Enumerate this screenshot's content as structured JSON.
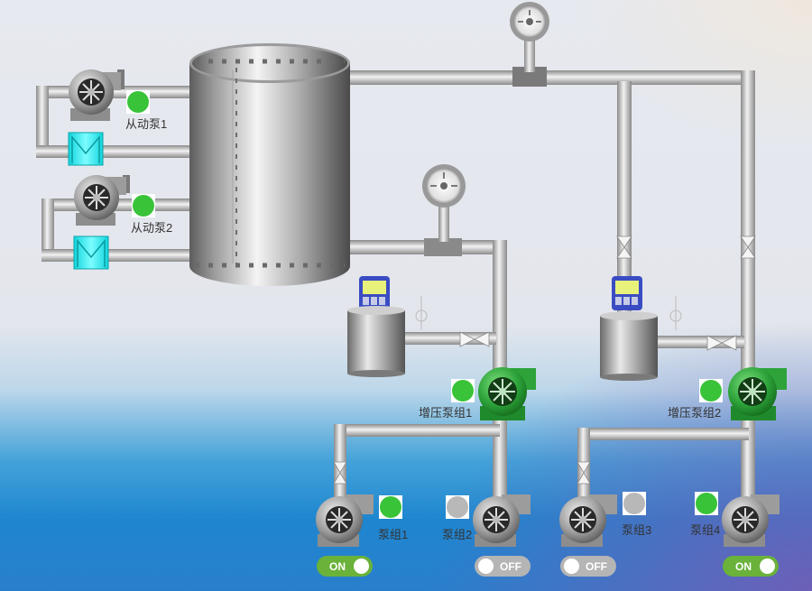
{
  "pumps": {
    "slave_pump_1": {
      "label": "从动泵1",
      "status": "running"
    },
    "slave_pump_2": {
      "label": "从动泵2",
      "status": "running"
    },
    "booster_1": {
      "label": "增压泵组1",
      "status": "running"
    },
    "booster_2": {
      "label": "增压泵组2",
      "status": "running"
    },
    "group_1": {
      "label": "泵组1",
      "status": "running",
      "switch": "ON"
    },
    "group_2": {
      "label": "泵组2",
      "status": "stopped",
      "switch": "OFF"
    },
    "group_3": {
      "label": "泵组3",
      "status": "stopped",
      "switch": "OFF"
    },
    "group_4": {
      "label": "泵组4",
      "status": "running",
      "switch": "ON"
    }
  },
  "colors": {
    "running": "#39c339",
    "stopped": "#b8b8b8",
    "heat_exchanger": "#18eef4",
    "switch_on": "#6ab23a",
    "switch_off": "#b5b5b5",
    "booster_pump": "#2da33a"
  },
  "icons": [
    "pump-icon",
    "tank-icon",
    "pressure-gauge-icon",
    "flow-meter-icon",
    "valve-icon",
    "heat-exchanger-icon",
    "status-indicator-icon",
    "toggle-switch"
  ]
}
